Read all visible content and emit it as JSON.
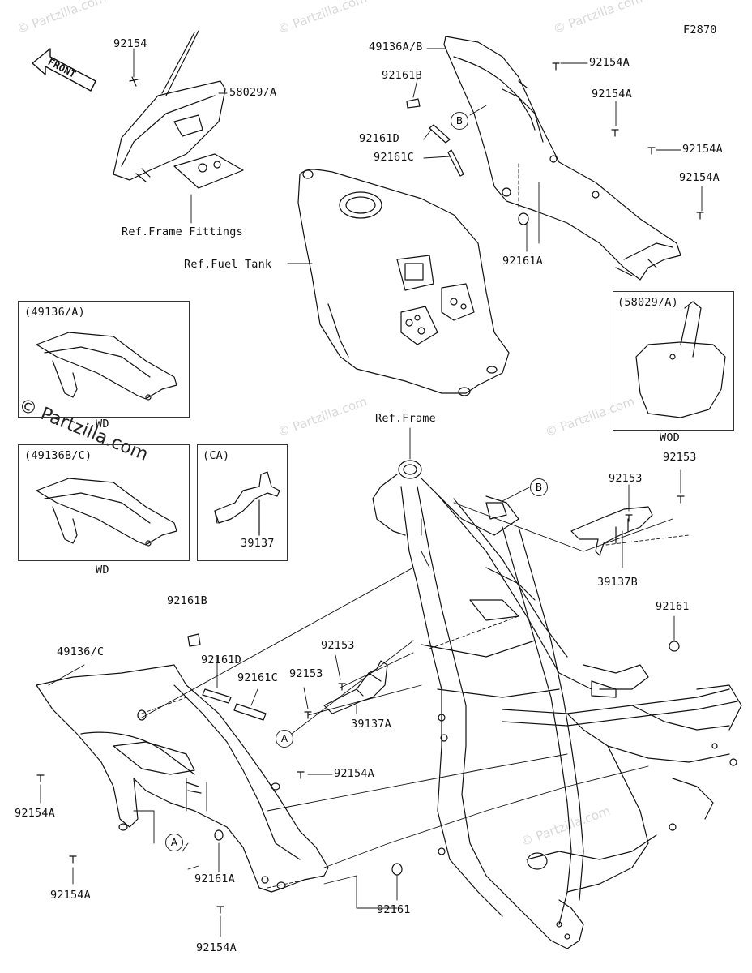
{
  "diagram": {
    "code": "F2870",
    "front_label": "FRONT",
    "watermark_text": "© Partzilla.com",
    "watermark_faint": "© Partzilla.com"
  },
  "callouts": {
    "l_92154_top": "92154",
    "l_58029": "58029/A",
    "l_frame_fittings": "Ref.Frame Fittings",
    "l_fuel_tank": "Ref.Fuel Tank",
    "l_49136ab": "49136A/B",
    "l_92161b_top": "92161B",
    "l_92161d_top": "92161D",
    "l_92161c_top": "92161C",
    "l_92154a_1": "92154A",
    "l_92154a_2": "92154A",
    "l_92154a_3": "92154A",
    "l_92154a_4": "92154A",
    "l_92161a_top": "92161A",
    "l_ref_frame": "Ref.Frame",
    "l_92153_r1": "92153",
    "l_92153_r2": "92153",
    "l_39137b": "39137B",
    "l_92161_r": "92161",
    "l_92161b_low": "92161B",
    "l_49136c": "49136/C",
    "l_92161d_low": "92161D",
    "l_92161c_low": "92161C",
    "l_92153_m1": "92153",
    "l_92153_m2": "92153",
    "l_39137a": "39137A",
    "l_92154a_mid": "92154A",
    "l_92154a_left": "92154A",
    "l_92154a_left2": "92154A",
    "l_92161a_low": "92161A",
    "l_92154a_bottom": "92154A",
    "l_92161_bottom": "92161",
    "l_39137": "39137"
  },
  "markers": {
    "a": "A",
    "b": "B"
  },
  "insets": {
    "wd1_header": "(49136/A)",
    "wd1_caption": "WD",
    "wd2_header": "(49136B/C)",
    "wd2_caption": "WD",
    "ca_header": "(CA)",
    "wod_header": "(58029/A)",
    "wod_caption": "WOD"
  }
}
